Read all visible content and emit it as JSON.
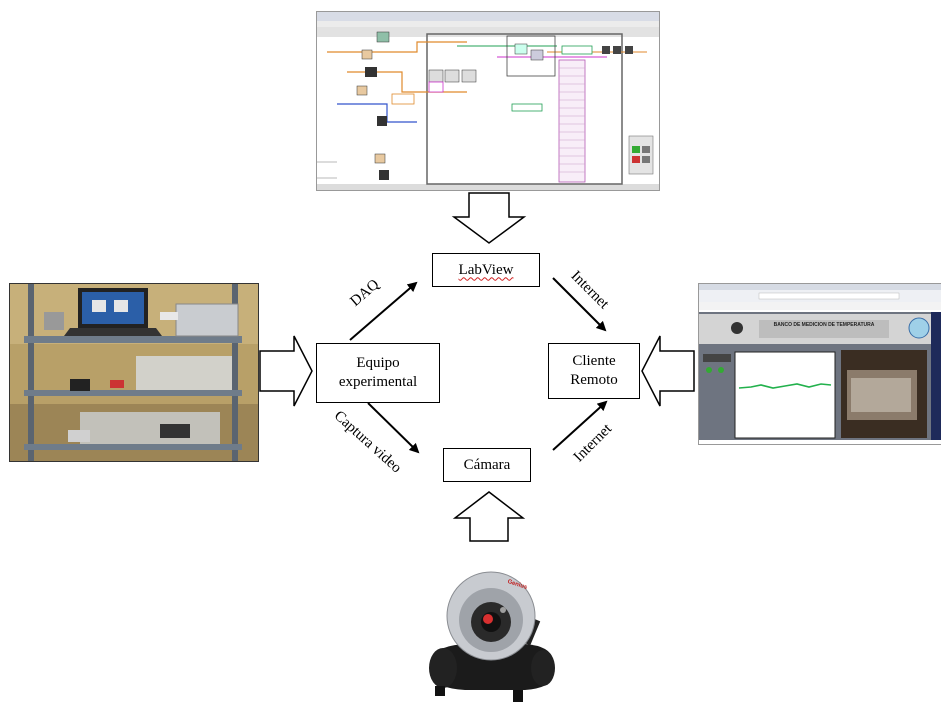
{
  "nodes": {
    "labview": "LabView",
    "equipo_line1": "Equipo",
    "equipo_line2": "experimental",
    "cliente_line1": "Cliente",
    "cliente_line2": "Remoto",
    "camara": "Cámara"
  },
  "edges": {
    "daq": "DAQ",
    "internet_top": "Internet",
    "captura": "Captura video",
    "internet_bottom": "Internet"
  },
  "remote_client_screen": {
    "title": "BANCO DE MEDICION DE TEMPERATURA"
  },
  "webcam": {
    "brand": "Genius"
  },
  "colors": {
    "plot_green": "#22b14c",
    "lv_panel_bg": "#6e7480",
    "lv_header_bg": "#d4d4d4"
  },
  "icons": {
    "arrow_down": "hollow-block-arrow-down",
    "arrow_up": "hollow-block-arrow-up",
    "arrow_right": "hollow-block-arrow-right",
    "arrow_left": "hollow-block-arrow-left"
  }
}
